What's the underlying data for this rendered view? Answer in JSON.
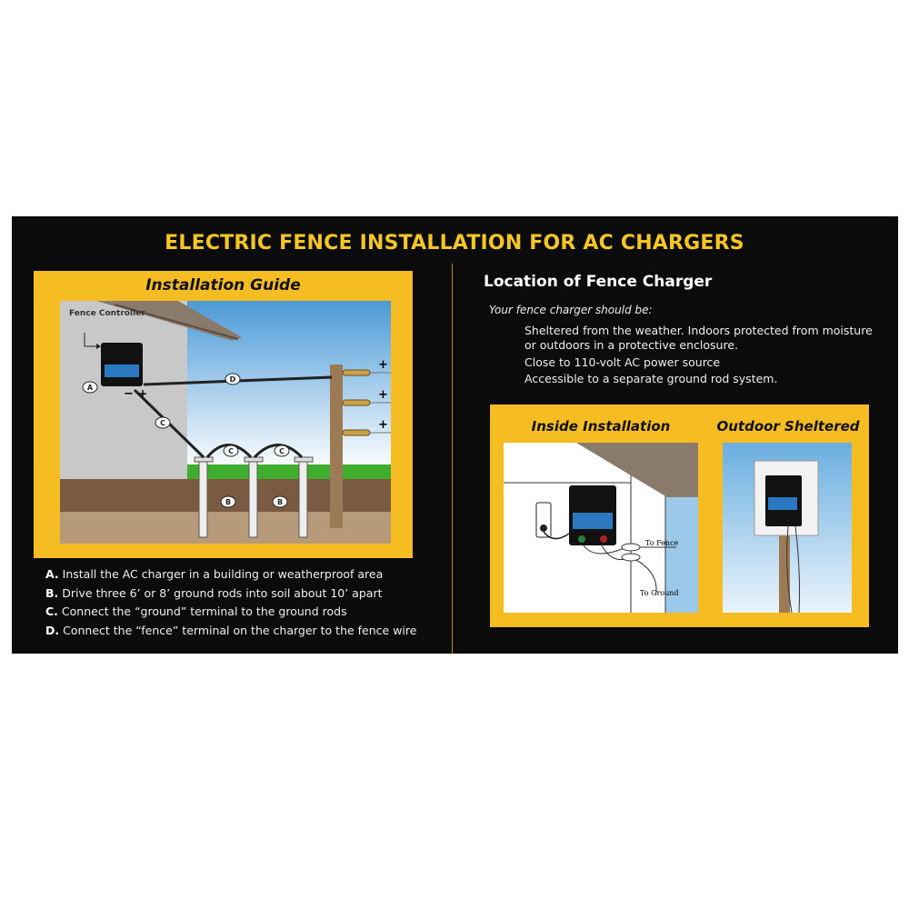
{
  "title": "ELECTRIC FENCE INSTALLATION FOR AC CHARGERS",
  "left": {
    "panel_title": "Installation Guide",
    "diagram_labels": {
      "controller": "Fence Controller",
      "a": "A",
      "b": "B",
      "c": "C",
      "d": "D",
      "minus": "−",
      "plus": "+"
    },
    "steps": [
      {
        "letter": "A.",
        "text": "Install the AC charger in a building or weatherproof area"
      },
      {
        "letter": "B.",
        "text": "Drive three 6’ or 8’ ground rods into soil about 10’ apart"
      },
      {
        "letter": "C.",
        "text": "Connect the “ground” terminal to the ground rods"
      },
      {
        "letter": "D.",
        "text": "Connect the “fence” terminal on the charger to the fence wire"
      }
    ]
  },
  "right": {
    "heading": "Location of Fence Charger",
    "subheading": "Your fence charger should be:",
    "items": [
      "Sheltered from the weather. Indoors protected from moisture",
      "or outdoors in a protective enclosure.",
      "Close to 110-volt AC power source",
      "Accessible to a separate ground rod system."
    ],
    "inside": {
      "title": "Inside Installation",
      "to_fence": "To Fence",
      "to_ground": "To Ground"
    },
    "outdoor": {
      "title": "Outdoor Sheltered"
    }
  },
  "colors": {
    "yellow": "#f6bd22",
    "title_yellow": "#f6c623",
    "black": "#0b0b0b"
  }
}
